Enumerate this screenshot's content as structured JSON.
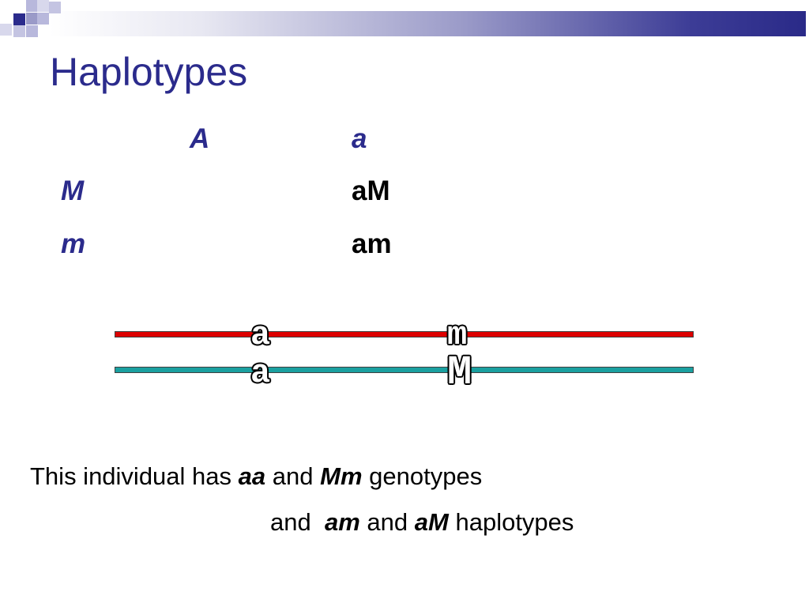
{
  "slide": {
    "title": "Haplotypes"
  },
  "table": {
    "col_headers": [
      "A",
      "a"
    ],
    "row_headers": [
      "M",
      "m"
    ],
    "cells": [
      "aM",
      "am"
    ]
  },
  "chromosomes": {
    "top_labels": [
      "a",
      "m"
    ],
    "bottom_labels": [
      "a",
      "M"
    ]
  },
  "caption": {
    "line1_prefix": "This individual has",
    "line1_term1": "aa",
    "line1_and": "and",
    "line1_term2": "Mm",
    "line1_suffix": "genotypes",
    "line2_prefix": "and",
    "line2_term1": "am",
    "line2_and": "and",
    "line2_term2": "aM",
    "line2_suffix": "haplotypes"
  },
  "colors": {
    "title_blue": "#2b2b8c",
    "chromosome_red": "#dd0000",
    "chromosome_teal": "#1aa0a0"
  }
}
